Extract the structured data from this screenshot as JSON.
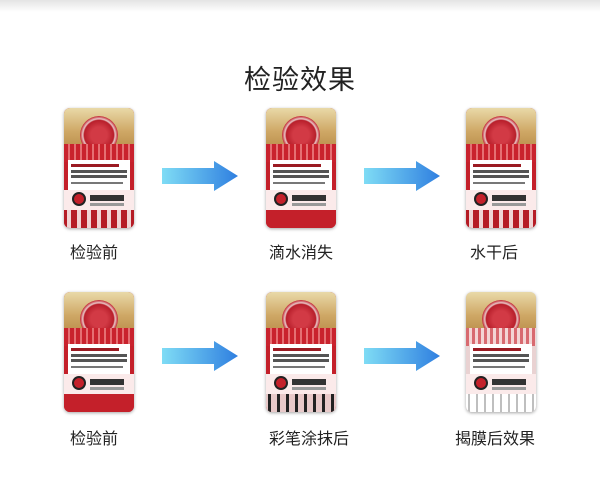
{
  "page": {
    "title": "检验效果"
  },
  "steps": {
    "row1": [
      "检验前",
      "滴水消失",
      "水干后"
    ],
    "row2": [
      "检验前",
      "彩笔涂抹后",
      "揭膜后效果"
    ]
  },
  "colors": {
    "arrow_start": "#7fdcf5",
    "arrow_end": "#2f7fe0",
    "label_red": "#c4202a"
  },
  "icons": {
    "arrow": "arrow-right-icon"
  }
}
